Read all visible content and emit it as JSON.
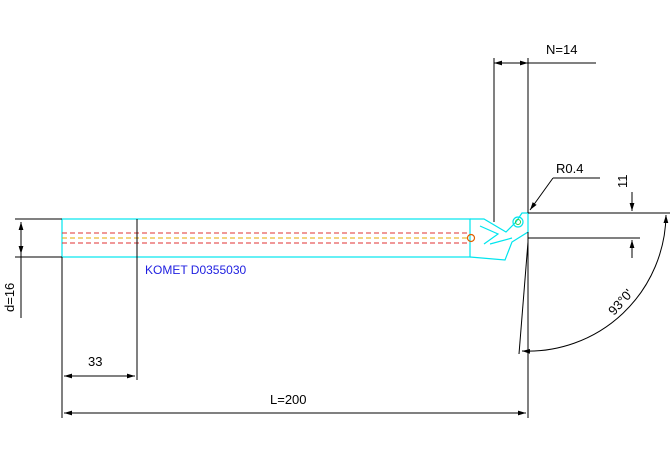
{
  "dimensions": {
    "overhang_label": "N=14",
    "radius_label": "R0.4",
    "height_label": "11",
    "diameter_label": "d=16",
    "clamp_length_label": "33",
    "total_length_label": "L=200",
    "angle_label": "93°0'"
  },
  "tool": {
    "designation": "KOMET D0355030"
  },
  "colors": {
    "tool_outline": "#00e5ee",
    "centerline": "#e03030",
    "coolant_line": "#e6a800",
    "designation_text": "#1e1ee0",
    "dimension_lines": "#000000"
  }
}
